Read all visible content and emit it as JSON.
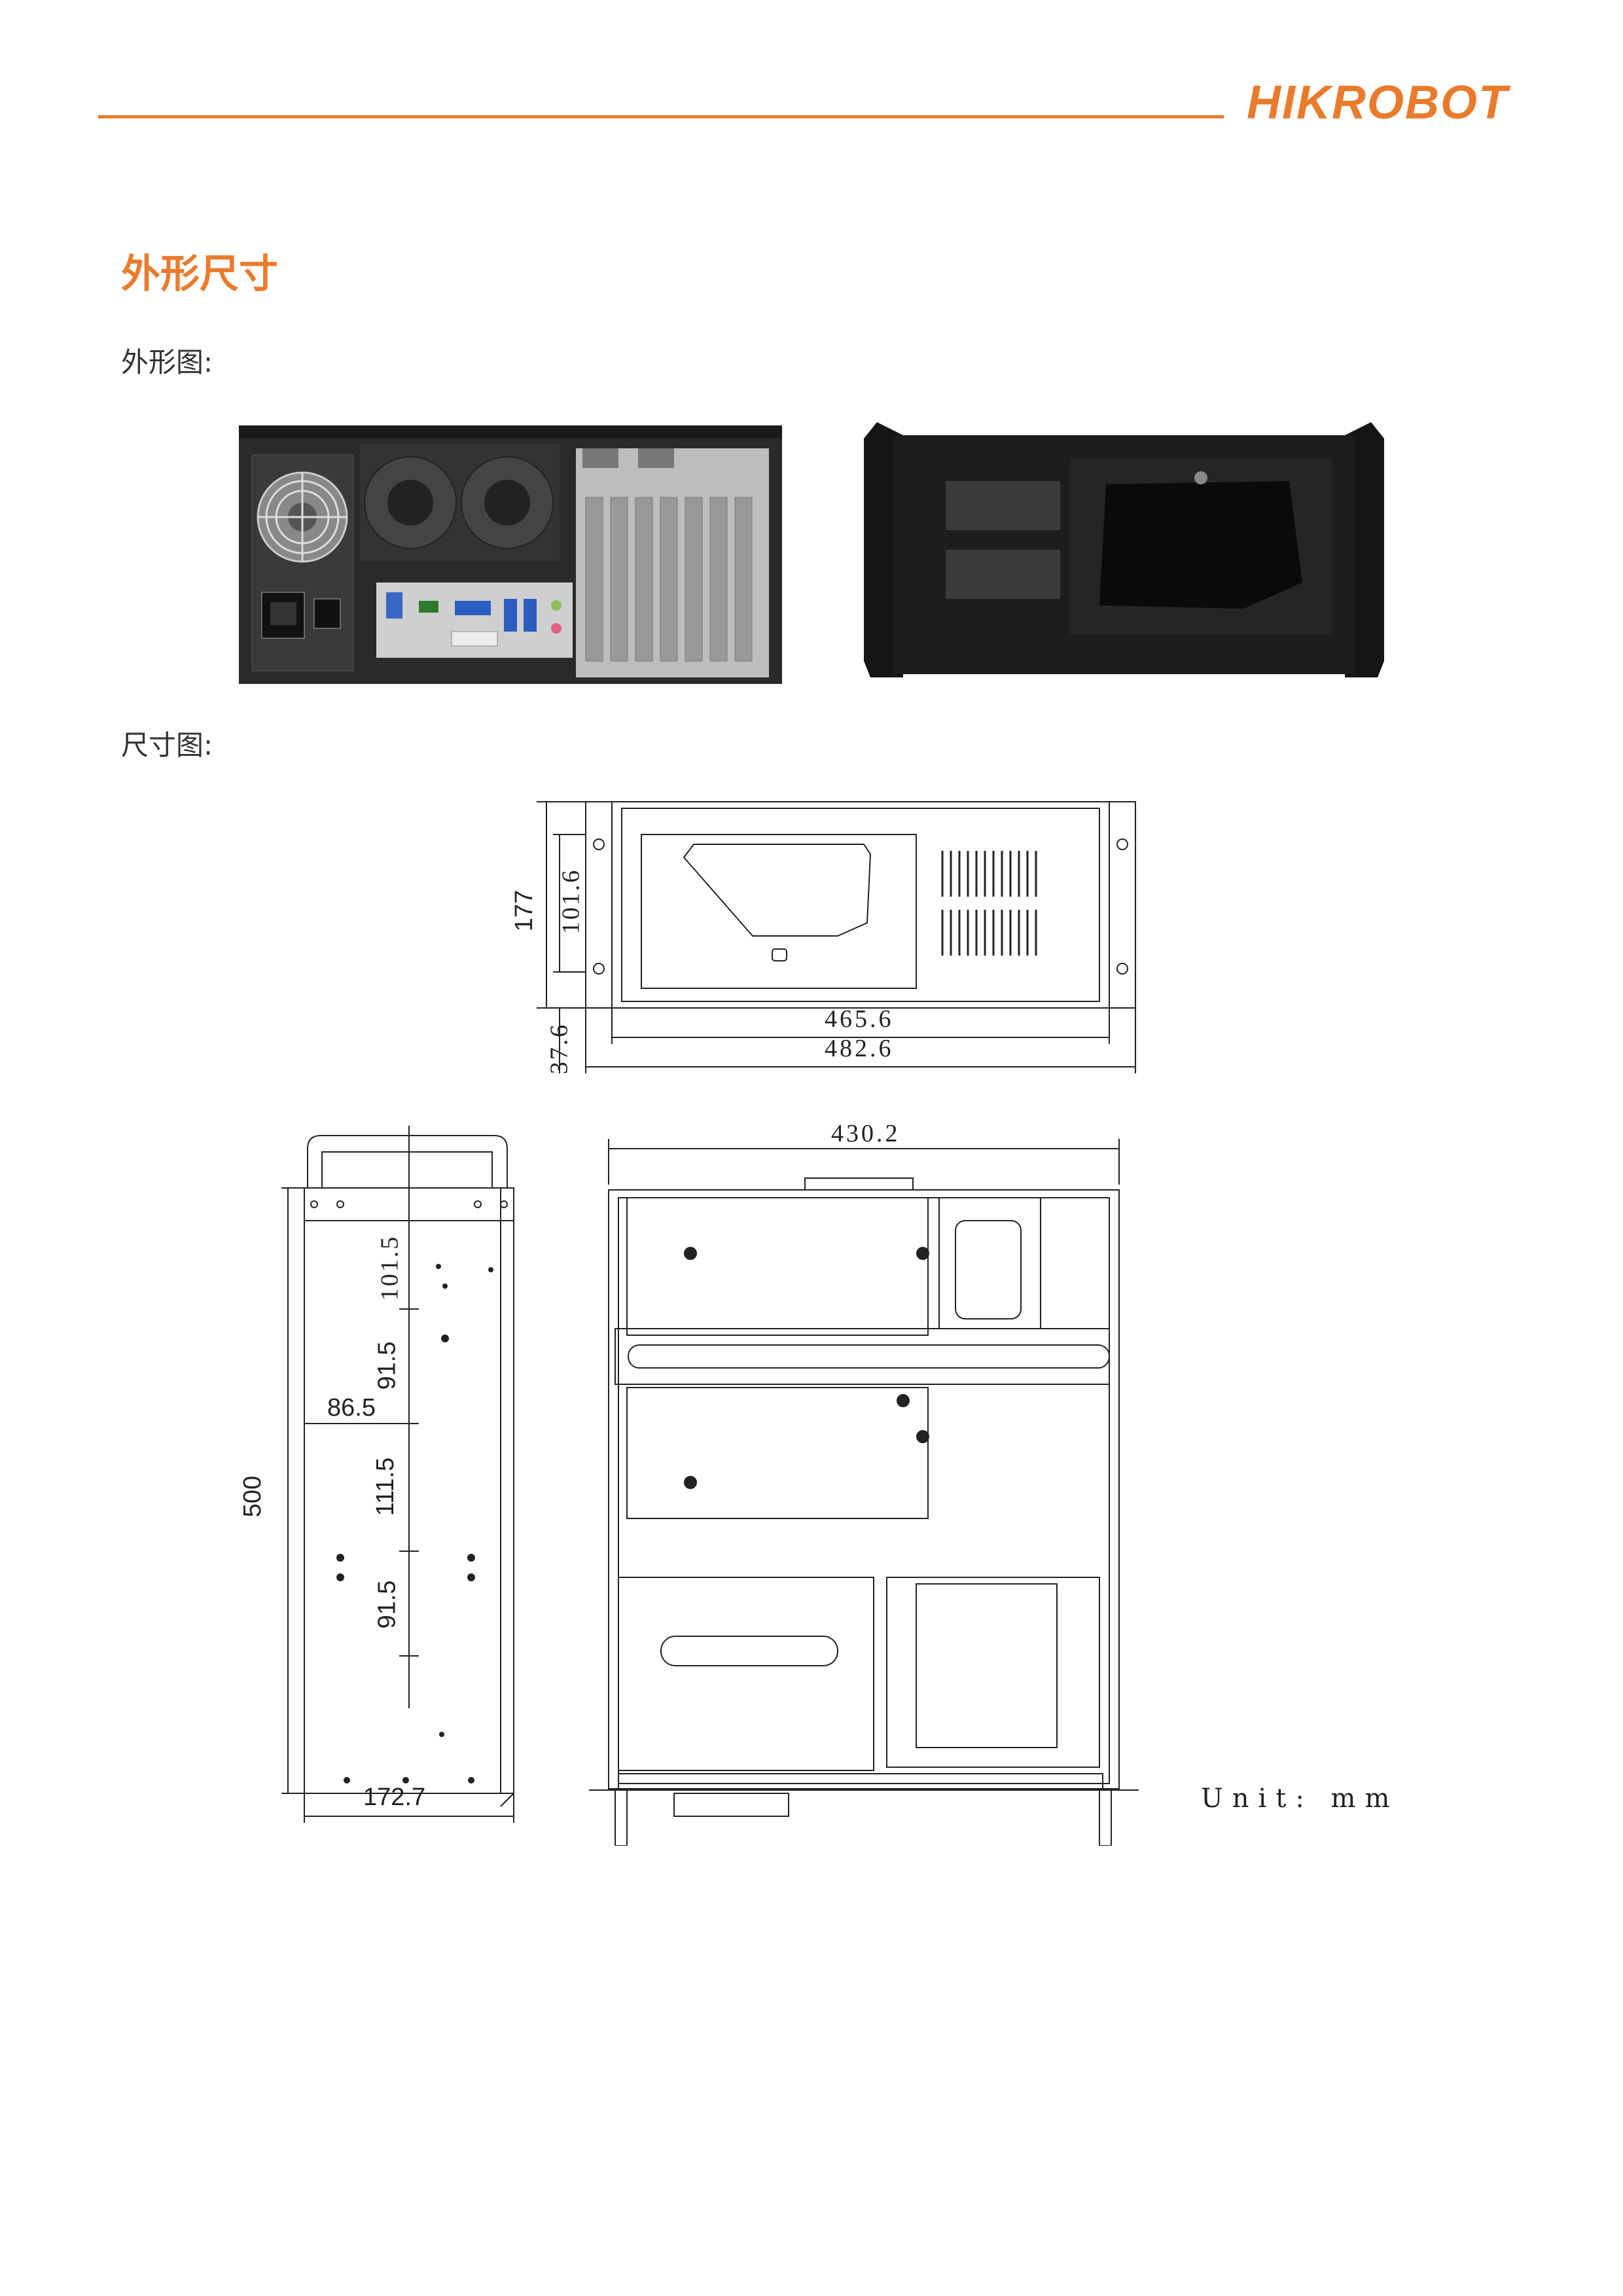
{
  "header": {
    "brand": "HIKROBOT",
    "accent_color": "#ea7b2c"
  },
  "section": {
    "title": "外形尺寸"
  },
  "appearance": {
    "label": "外形图:"
  },
  "dimensions": {
    "label": "尺寸图:",
    "front": {
      "height_total": "177",
      "height_window": "101.6",
      "bottom_offset": "37.6",
      "width_inner": "465.6",
      "width_total": "482.6"
    },
    "side": {
      "length": "500",
      "d1": "101.5",
      "d2": "91.5",
      "d3": "86.5",
      "d4": "111.5",
      "d5": "91.5",
      "width": "172.7"
    },
    "top": {
      "width": "430.2"
    },
    "unit": "Unit: mm"
  },
  "icons": [
    "fan-icon",
    "power-socket-icon",
    "lock-icon"
  ]
}
